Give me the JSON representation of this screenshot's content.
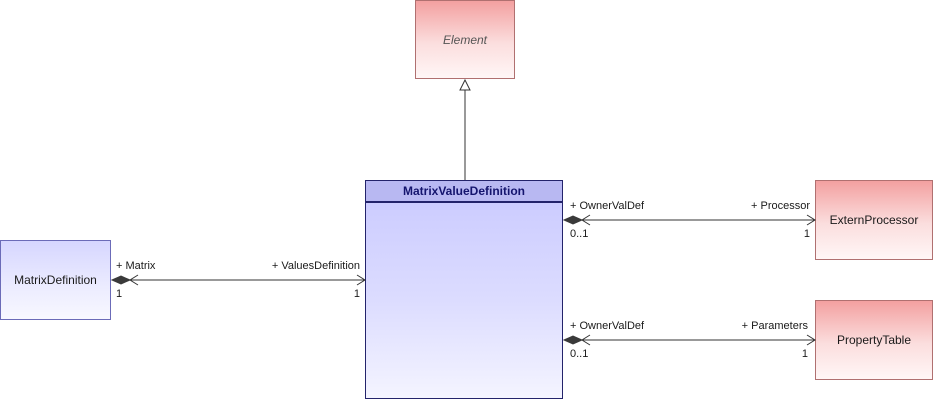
{
  "diagram": {
    "classes": {
      "element": "Element",
      "main": "MatrixValueDefinition",
      "matrix_definition": "MatrixDefinition",
      "extern_processor": "ExternProcessor",
      "property_table": "PropertyTable"
    },
    "associations": {
      "matrix": {
        "left_role": "+ Matrix",
        "left_mult": "1",
        "right_role": "+ ValuesDefinition",
        "right_mult": "1"
      },
      "processor": {
        "left_role": "+ OwnerValDef",
        "left_mult": "0..1",
        "right_role": "+ Processor",
        "right_mult": "1"
      },
      "parameters": {
        "left_role": "+ OwnerValDef",
        "left_mult": "0..1",
        "right_role": "+ Parameters",
        "right_mult": "1"
      }
    }
  }
}
